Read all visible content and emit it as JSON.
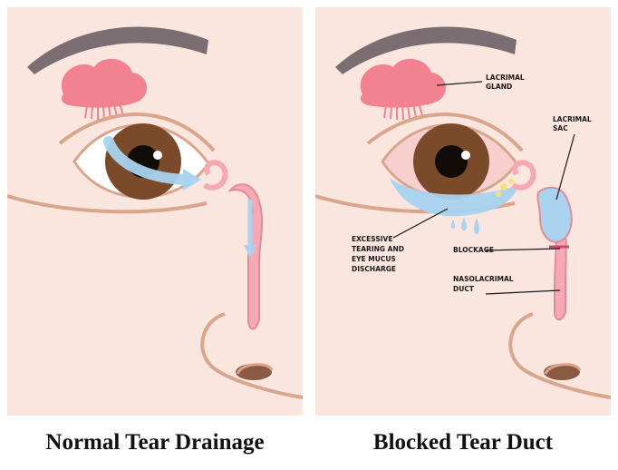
{
  "panels": {
    "left": {
      "caption": "Normal Tear Drainage"
    },
    "right": {
      "caption": "Blocked Tear Duct",
      "labels": {
        "lacrimal_gland_line1": "LACRIMAL",
        "lacrimal_gland_line2": "GLAND",
        "lacrimal_sac_line1": "LACRIMAL",
        "lacrimal_sac_line2": "SAC",
        "excessive_line1": "EXCESSIVE",
        "excessive_line2": "TEARING AND",
        "excessive_line3": "EYE MUCUS",
        "excessive_line4": "DISCHARGE",
        "blockage": "BLOCKAGE",
        "nasolacrimal_line1": "NASOLACRIMAL",
        "nasolacrimal_line2": "DUCT"
      }
    }
  },
  "colors": {
    "panel_bg": "#fbe6df",
    "skin_line": "#d9a58c",
    "brow": "#7a6e72",
    "gland": "#f2828f",
    "iris": "#7b4a2a",
    "pupil": "#120c08",
    "tear_flow": "#a9d3ef",
    "duct": "#f5a9b4",
    "nostril": "#8a5a44"
  }
}
